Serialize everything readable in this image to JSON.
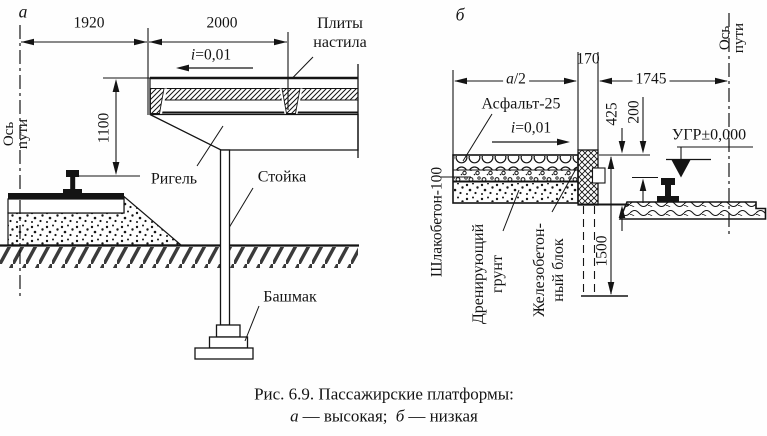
{
  "caption": {
    "line1": "Рис. 6.9. Пассажирские платформы:",
    "a_label": "а",
    "a_text": "— высокая;",
    "b_label": "б",
    "b_text": "— низкая"
  },
  "diagram_a": {
    "panel_label": "а",
    "track_axis_line1": "Ось",
    "track_axis_line2": "пути",
    "dim_offset": "1920",
    "dim_width": "2000",
    "dim_height": "1100",
    "slope_var": "i",
    "slope_value": "=0,01",
    "deck_label_line1": "Плиты",
    "deck_label_line2": "настила",
    "crossbeam_label": "Ригель",
    "column_label": "Стойка",
    "shoe_label": "Башмак"
  },
  "diagram_b": {
    "panel_label": "б",
    "track_axis_line1": "Ось",
    "track_axis_line2": "пути",
    "dim_half_width_var": "а",
    "dim_half_width_rest": "/2",
    "dim_block_width": "170",
    "dim_to_axis": "1745",
    "dim_425": "425",
    "dim_200": "200",
    "dim_1500": "1500",
    "slope_var": "i",
    "slope_value": "=0,01",
    "asphalt_label": "Асфальт-25",
    "slag_concrete_label": "Шлакобетон-100",
    "drain_label_line1": "Дренирующий",
    "drain_label_line2": "грунт",
    "block_label_line1": "Железобетон-",
    "block_label_line2": "ный блок",
    "rail_level_label": "УГР±0,000"
  }
}
